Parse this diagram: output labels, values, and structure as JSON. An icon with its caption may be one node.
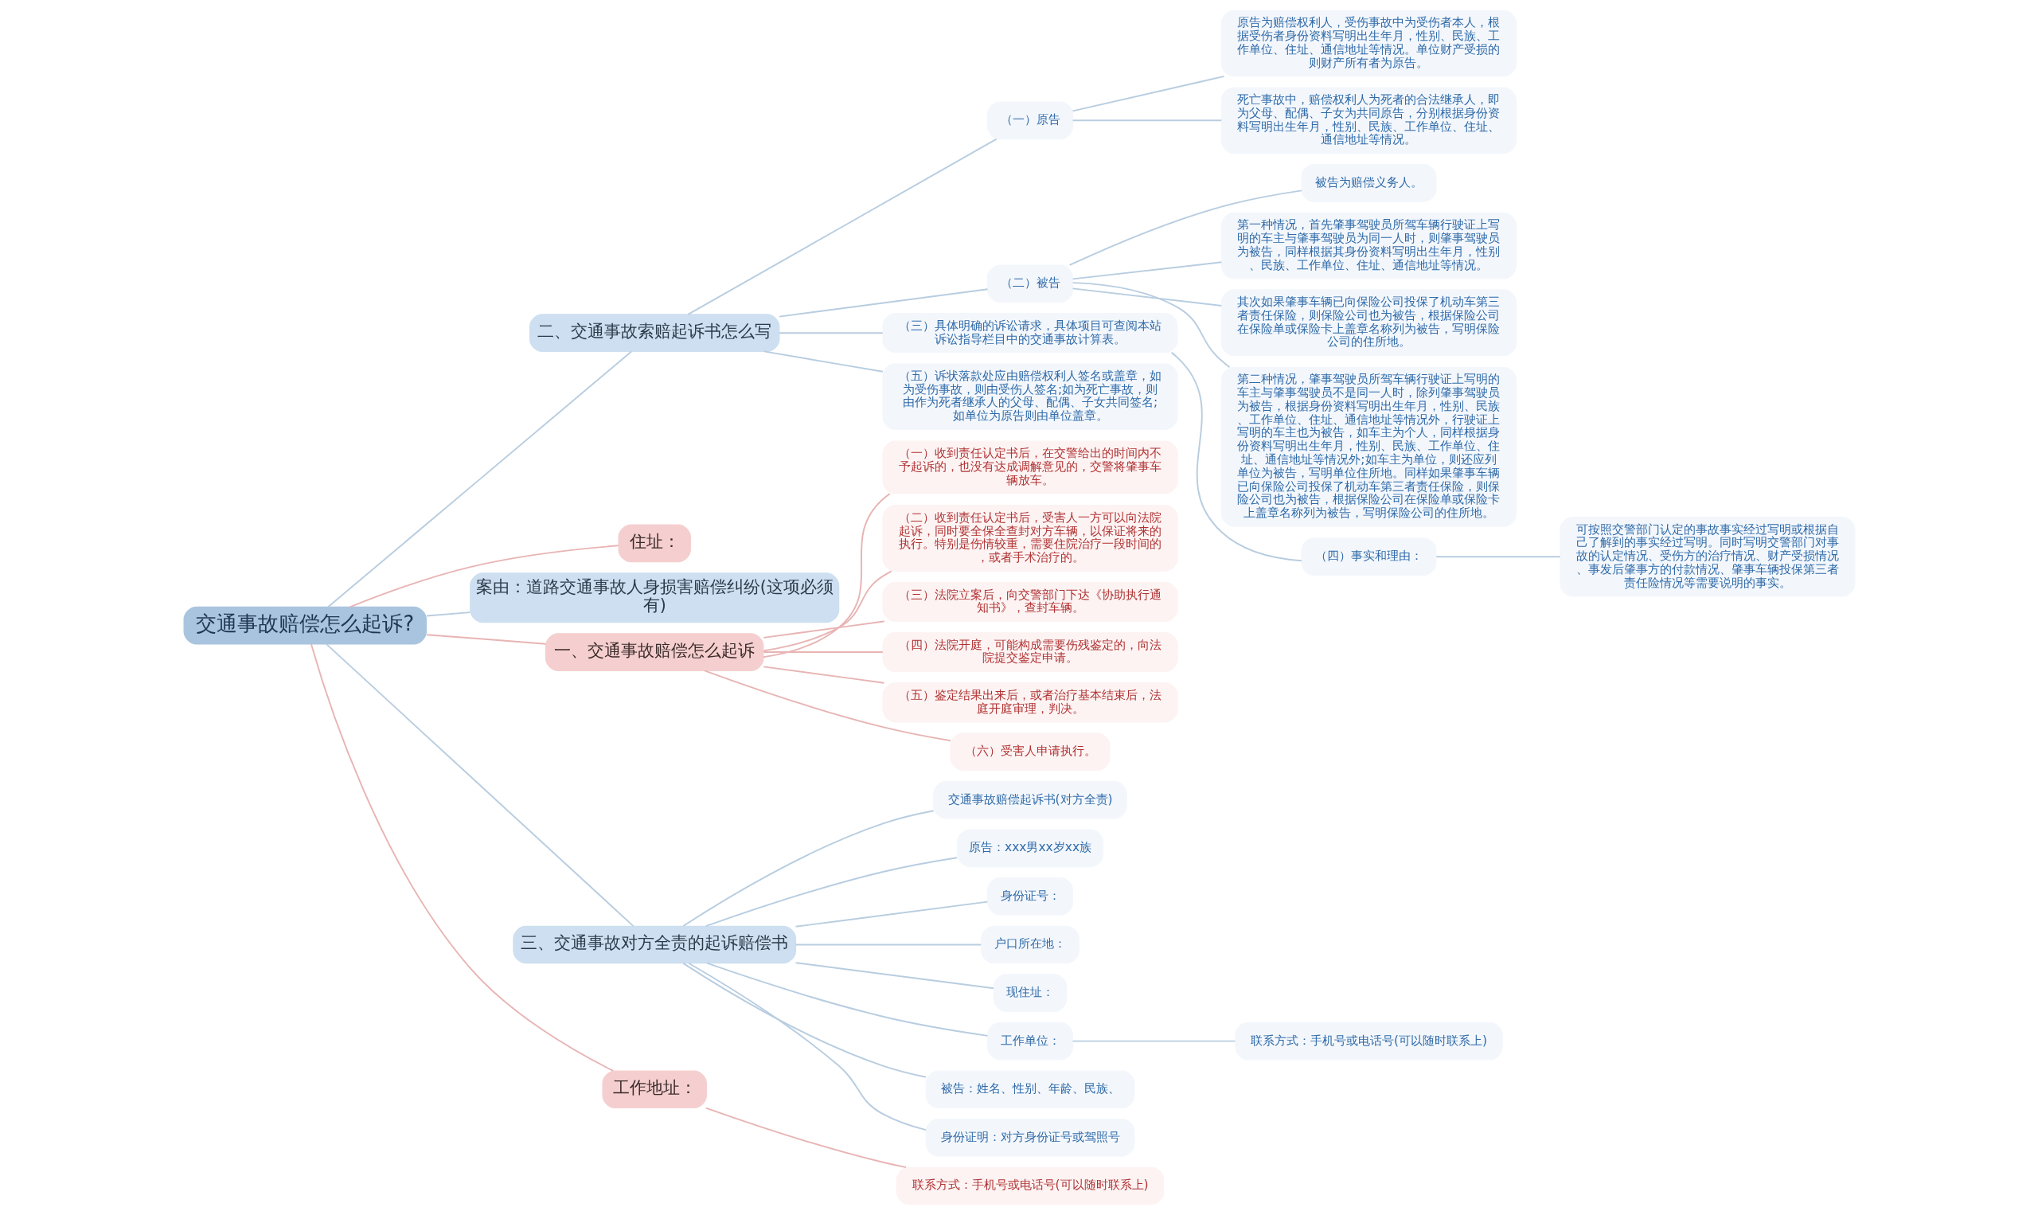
{
  "diagram": {
    "nodes": [
      {
        "text": [
          "交通事故赔偿怎么起诉?"
        ]
      },
      {
        "text": [
          "二、交通事故索赔起诉书怎么写"
        ]
      },
      {
        "text": [
          "（一）原告"
        ]
      },
      {
        "text": [
          "原告为赔偿权利人，受伤事故中为受伤者本人，根据受伤者身份资料写明出生年月，性别、民族、工作单位、住址、通信地址等情况。单位财产受损的则财产所有者为原告。"
        ]
      },
      {
        "text": [
          "死亡事故中，赔偿权利人为死者的合法继承人，即为父母、配偶、子女为共同原告，分别根据身份资料写明出生年月，性别、民族、工作单位、住址、通信地址等情况。"
        ]
      },
      {
        "text": [
          "（二）被告"
        ]
      },
      {
        "text": [
          "被告为赔偿义务人。"
        ]
      },
      {
        "text": [
          "第一种情况，首先肇事驾驶员所驾车辆行驶证上写明的车主与肇事驾驶员为同一人时，则肇事驾驶员为被告，同样根据其身份资料写明出生年月，性别、民族、工作单位、住址、通信地址等情况。"
        ]
      },
      {
        "text": [
          "其次如果肇事车辆已向保险公司投保了机动车第三者责任保险，则保险公司也为被告，根据保险公司在保险单或保险卡上盖章名称列为被告，写明保险公司的住所地。"
        ]
      },
      {
        "text": [
          "第二种情况，肇事驾驶员所驾车辆行驶证上写明的车主与肇事驾驶员不是同一人时，除列肇事驾驶员为被告，根据身份资料写明出生年月，性别、民族、工作单位、住址、通信地址等情况外，行驶证上写明的车主也为被告，如车主为个人，同样根据身份资料写明出生年月，性别、民族、工作单位、住址、通信地址等情况外;如车主为单位，则还应列单位为被告，写明单位住所地。同样如果肇事车辆已向保险公司投保了机动车第三者责任保险，则保险公司也为被告，根据保险公司在保险单或保险卡上盖章名称列为被告，写明保险公司的住所地。"
        ]
      },
      {
        "text": [
          "（三）具体明确的诉讼请求，具体项目可查阅本站诉讼指导栏目中的交通事故计算表。"
        ]
      },
      {
        "text": [
          "（四）事实和理由："
        ]
      },
      {
        "text": [
          "可按照交警部门认定的事故事实经过写明或根据自己了解到的事实经过写明。同时写明交警部门对事故的认定情况、受伤方的治疗情况、财产受损情况、事发后肇事方的付款情况、肇事车辆投保第三者责任险情况等需要说明的事实。"
        ]
      },
      {
        "text": [
          "（五）诉状落款处应由赔偿权利人签名或盖章，如为受伤事故，则由受伤人签名;如为死亡事故，则由作为死者继承人的父母、配偶、子女共同签名;如单位为原告则由单位盖章。"
        ]
      },
      {
        "text": [
          "住址："
        ]
      },
      {
        "text": [
          "案由：道路交通事故人身损害赔偿纠纷(这项必须有)"
        ]
      },
      {
        "text": [
          "一、交通事故赔偿怎么起诉"
        ]
      },
      {
        "text": [
          "（一）收到责任认定书后，在交警给出的时间内不予起诉的，也没有达成调解意见的，交警将肇事车辆放车。"
        ]
      },
      {
        "text": [
          "（二）收到责任认定书后，受害人一方可以向法院起诉，同时要全保全查封对方车辆，以保证将来的执行。特别是伤情较重，需要住院治疗一段时间的，或者手术治疗的。"
        ]
      },
      {
        "text": [
          "（三）法院立案后，向交警部门下达《协助执行通知书》，查封车辆。"
        ]
      },
      {
        "text": [
          "（四）法院开庭，可能构成需要伤残鉴定的，向法院提交鉴定申请。"
        ]
      },
      {
        "text": [
          "（五）鉴定结果出来后，或者治疗基本结束后，法庭开庭审理，判决。"
        ]
      },
      {
        "text": [
          "（六）受害人申请执行。"
        ]
      },
      {
        "text": [
          "三、交通事故对方全责的起诉赔偿书"
        ]
      },
      {
        "text": [
          "交通事故赔偿起诉书(对方全责)"
        ]
      },
      {
        "text": [
          "原告：xxx男xx岁xx族"
        ]
      },
      {
        "text": [
          "身份证号："
        ]
      },
      {
        "text": [
          "户口所在地："
        ]
      },
      {
        "text": [
          "现住址："
        ]
      },
      {
        "text": [
          "工作单位："
        ]
      },
      {
        "text": [
          "联系方式：手机号或电话号(可以随时联系上)"
        ]
      },
      {
        "text": [
          "被告：姓名、性别、年龄、民族、"
        ]
      },
      {
        "text": [
          "身份证明：对方身份证号或驾照号"
        ]
      },
      {
        "text": [
          "工作地址："
        ]
      },
      {
        "text": [
          "联系方式：手机号或电话号(可以随时联系上)"
        ]
      }
    ],
    "edges": [
      {
        "from": 0,
        "to": 1,
        "arrow": "none"
      },
      {
        "from": 1,
        "to": 2,
        "arrow": "none"
      },
      {
        "from": 2,
        "to": 3,
        "arrow": "none"
      },
      {
        "from": 2,
        "to": 4,
        "arrow": "none"
      },
      {
        "from": 1,
        "to": 5,
        "arrow": "none"
      },
      {
        "from": 5,
        "to": 6,
        "arrow": "none"
      },
      {
        "from": 5,
        "to": 7,
        "arrow": "none"
      },
      {
        "from": 5,
        "to": 8,
        "arrow": "none"
      },
      {
        "from": 5,
        "to": 9,
        "arrow": "none"
      },
      {
        "from": 1,
        "to": 10,
        "arrow": "none"
      },
      {
        "from": 10,
        "to": 11,
        "arrow": "none"
      },
      {
        "from": 11,
        "to": 12,
        "arrow": "none"
      },
      {
        "from": 1,
        "to": 13,
        "arrow": "none"
      },
      {
        "from": 0,
        "to": 14,
        "arrow": "none",
        "color": "#e8b4b4"
      },
      {
        "from": 0,
        "to": 15,
        "arrow": "none"
      },
      {
        "from": 0,
        "to": 16,
        "arrow": "none",
        "color": "#e8b4b4"
      },
      {
        "from": 16,
        "to": 17,
        "arrow": "none",
        "color": "#e8b4b4"
      },
      {
        "from": 16,
        "to": 18,
        "arrow": "none",
        "color": "#e8b4b4"
      },
      {
        "from": 16,
        "to": 19,
        "arrow": "none",
        "color": "#e8b4b4"
      },
      {
        "from": 16,
        "to": 20,
        "arrow": "none",
        "color": "#e8b4b4"
      },
      {
        "from": 16,
        "to": 21,
        "arrow": "none",
        "color": "#e8b4b4"
      },
      {
        "from": 16,
        "to": 22,
        "arrow": "none",
        "color": "#e8b4b4"
      },
      {
        "from": 0,
        "to": 23,
        "arrow": "none"
      },
      {
        "from": 23,
        "to": 24,
        "arrow": "none"
      },
      {
        "from": 23,
        "to": 25,
        "arrow": "none"
      },
      {
        "from": 23,
        "to": 26,
        "arrow": "none"
      },
      {
        "from": 23,
        "to": 27,
        "arrow": "none"
      },
      {
        "from": 23,
        "to": 28,
        "arrow": "none"
      },
      {
        "from": 23,
        "to": 29,
        "arrow": "none"
      },
      {
        "from": 29,
        "to": 30,
        "arrow": "none"
      },
      {
        "from": 23,
        "to": 31,
        "arrow": "none"
      },
      {
        "from": 23,
        "to": 32,
        "arrow": "none"
      },
      {
        "from": 0,
        "to": 33,
        "arrow": "none",
        "color": "#e8b4b4"
      },
      {
        "from": 33,
        "to": 34,
        "arrow": "none",
        "color": "#e8b4b4"
      }
    ]
  }
}
